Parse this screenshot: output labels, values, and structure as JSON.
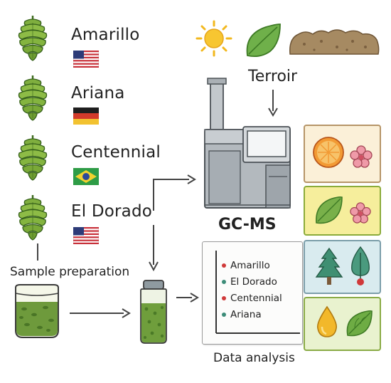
{
  "hops": [
    {
      "name": "Amarillo",
      "flag": "us-flag"
    },
    {
      "name": "Ariana",
      "flag": "germany-flag"
    },
    {
      "name": "Centennial",
      "flag": "brazil-flag"
    },
    {
      "name": "El Dorado",
      "flag": "us-flag"
    }
  ],
  "terroir": {
    "label": "Terroir",
    "icons": [
      "sun-icon",
      "leaf-icon",
      "soil-icon"
    ]
  },
  "instrument": {
    "label": "GC-MS"
  },
  "sample_prep": {
    "label": "Sample preparation"
  },
  "analysis": {
    "label": "Data analysis",
    "legend": [
      {
        "name": "Amarillo",
        "color": "#d03a3a"
      },
      {
        "name": "El Dorado",
        "color": "#3c8c78"
      },
      {
        "name": "Centennial",
        "color": "#d03a3a"
      },
      {
        "name": "Ariana",
        "color": "#3c8c78"
      }
    ]
  },
  "aroma_panels": [
    {
      "icons": [
        "orange-icon",
        "flower-icon"
      ],
      "bg": "#fbf0d8",
      "border": "#b69568"
    },
    {
      "icons": [
        "leaf-icon",
        "flower-icon"
      ],
      "bg": "#f6ee9c",
      "border": "#8bab3a"
    },
    {
      "icons": [
        "pine-tree-icon",
        "tree-icon"
      ],
      "bg": "#d9ebef",
      "border": "#7c9eaa"
    },
    {
      "icons": [
        "oil-drop-icon",
        "leaf-icon"
      ],
      "bg": "#e9f2cf",
      "border": "#8aab45"
    }
  ]
}
